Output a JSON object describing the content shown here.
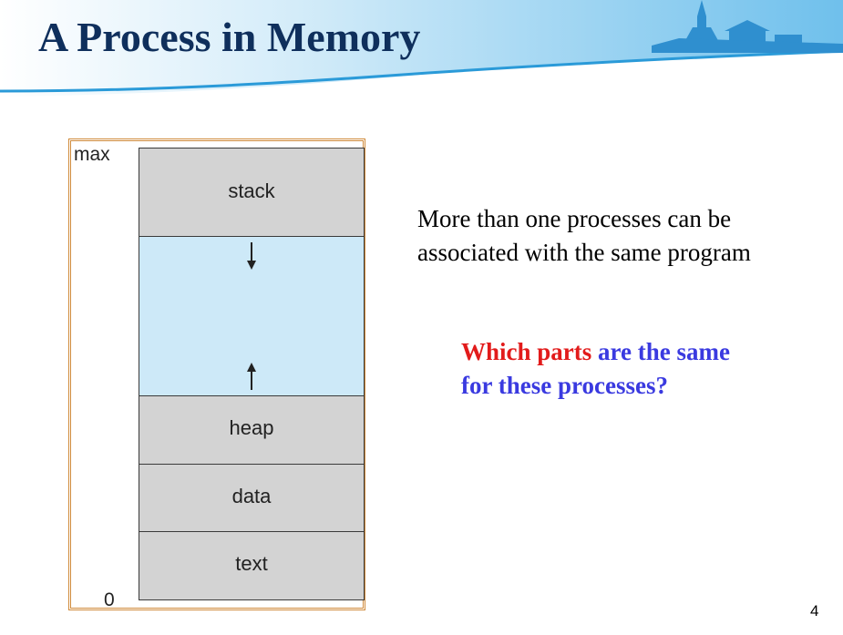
{
  "slide": {
    "title": "A Process in Memory",
    "page_number": "4"
  },
  "diagram": {
    "top_address_label": "max",
    "bottom_address_label": "0",
    "segments": [
      {
        "label": "stack"
      },
      {
        "label": "heap"
      },
      {
        "label": "data"
      },
      {
        "label": "text"
      }
    ],
    "colors": {
      "segment_fill": "#d3d3d3",
      "free_space_fill": "#cde9f8",
      "frame_border": "#d08a3a"
    }
  },
  "body": {
    "statement": "More than one processes can be associated with the same program",
    "question_red": "Which parts",
    "question_blue_1": " are the same",
    "question_blue_2": "for these processes?"
  },
  "colors": {
    "title": "#0f2f5c",
    "question_red": "#e21b1b",
    "question_blue": "#3a3ae0"
  }
}
